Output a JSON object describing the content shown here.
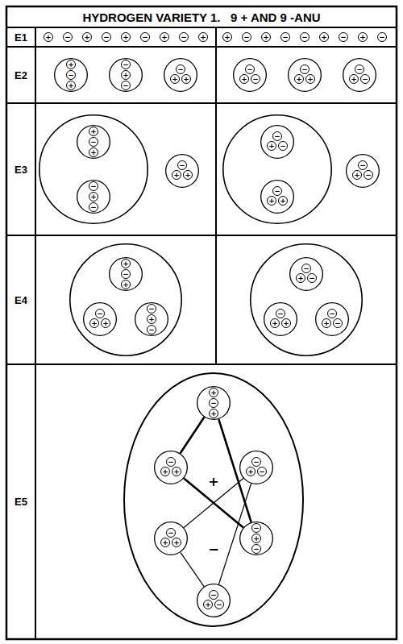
{
  "diagram": {
    "title": "HYDROGEN VARIETY 1.   9 + AND 9 -ANU",
    "nodes": [
      {
        "text": [
          "+"
        ]
      },
      {
        "text": [
          "−"
        ]
      },
      {
        "text": [
          "+"
        ]
      },
      {
        "text": [
          "−"
        ]
      },
      {
        "text": [
          "+"
        ]
      },
      {
        "text": [
          "−"
        ]
      },
      {
        "text": [
          "+"
        ]
      },
      {
        "text": [
          "−"
        ]
      },
      {
        "text": [
          "+"
        ]
      },
      {
        "text": [
          "+"
        ]
      },
      {
        "text": [
          "−"
        ]
      },
      {
        "text": [
          "+"
        ]
      },
      {
        "text": [
          "−"
        ]
      },
      {
        "text": [
          "−"
        ]
      },
      {
        "text": [
          "+"
        ]
      },
      {
        "text": [
          "−"
        ]
      },
      {
        "text": [
          "+"
        ]
      },
      {
        "text": [
          "−"
        ]
      },
      {
        "text": []
      },
      {
        "text": [
          "+"
        ],
        "in": 18
      },
      {
        "text": [
          "−"
        ],
        "in": 18
      },
      {
        "text": [
          "+"
        ],
        "in": 18
      },
      {
        "text": []
      },
      {
        "text": [
          "−"
        ],
        "in": 22
      },
      {
        "text": [
          "+"
        ],
        "in": 22
      },
      {
        "text": [
          "−"
        ],
        "in": 22
      },
      {
        "text": []
      },
      {
        "text": [
          "−"
        ],
        "in": 26
      },
      {
        "text": [
          "+"
        ],
        "in": 26
      },
      {
        "text": [
          "+"
        ],
        "in": 26
      },
      {
        "text": []
      },
      {
        "text": [
          "−"
        ],
        "in": 30
      },
      {
        "text": [
          "+"
        ],
        "in": 30
      },
      {
        "text": [
          "−"
        ],
        "in": 30
      },
      {
        "text": []
      },
      {
        "text": [
          "−"
        ],
        "in": 34
      },
      {
        "text": [
          "+"
        ],
        "in": 34
      },
      {
        "text": [
          "+"
        ],
        "in": 34
      },
      {
        "text": []
      },
      {
        "text": [
          "−"
        ],
        "in": 38
      },
      {
        "text": [
          "+"
        ],
        "in": 38
      },
      {
        "text": [
          "−"
        ],
        "in": 38
      },
      {
        "text": []
      },
      {
        "text": [],
        "in": 42
      },
      {
        "text": [
          "+"
        ],
        "in": 43
      },
      {
        "text": [
          "−"
        ],
        "in": 43
      },
      {
        "text": [
          "+"
        ],
        "in": 43
      },
      {
        "text": [],
        "in": 42
      },
      {
        "text": [
          "−"
        ],
        "in": 47
      },
      {
        "text": [
          "+"
        ],
        "in": 47
      },
      {
        "text": [
          "−"
        ],
        "in": 47
      },
      {
        "text": []
      },
      {
        "text": [
          "−"
        ],
        "in": 51
      },
      {
        "text": [
          "+"
        ],
        "in": 51
      },
      {
        "text": [
          "+"
        ],
        "in": 51
      },
      {
        "text": []
      },
      {
        "text": [],
        "in": 55
      },
      {
        "text": [
          "−"
        ],
        "in": 56
      },
      {
        "text": [
          "+"
        ],
        "in": 56
      },
      {
        "text": [
          "−"
        ],
        "in": 56
      },
      {
        "text": [],
        "in": 55
      },
      {
        "text": [
          "−"
        ],
        "in": 60
      },
      {
        "text": [
          "+"
        ],
        "in": 60
      },
      {
        "text": [
          "+"
        ],
        "in": 60
      },
      {
        "text": []
      },
      {
        "text": [
          "−"
        ],
        "in": 64
      },
      {
        "text": [
          "+"
        ],
        "in": 64
      },
      {
        "text": [
          "−"
        ],
        "in": 64
      },
      {
        "text": []
      },
      {
        "text": [],
        "in": 68
      },
      {
        "text": [
          "+"
        ],
        "in": 69
      },
      {
        "text": [
          "−"
        ],
        "in": 69
      },
      {
        "text": [
          "+"
        ],
        "in": 69
      },
      {
        "text": [],
        "in": 68
      },
      {
        "text": [
          "−"
        ],
        "in": 73
      },
      {
        "text": [
          "+"
        ],
        "in": 73
      },
      {
        "text": [
          "+"
        ],
        "in": 73
      },
      {
        "text": [],
        "in": 68
      },
      {
        "text": [
          "−"
        ],
        "in": 77
      },
      {
        "text": [
          "+"
        ],
        "in": 77
      },
      {
        "text": [
          "−"
        ],
        "in": 77
      },
      {
        "text": []
      },
      {
        "text": [],
        "in": 81
      },
      {
        "text": [
          "−"
        ],
        "in": 82
      },
      {
        "text": [
          "+"
        ],
        "in": 82
      },
      {
        "text": [
          "−"
        ],
        "in": 82
      },
      {
        "text": [],
        "in": 81
      },
      {
        "text": [
          "−"
        ],
        "in": 86
      },
      {
        "text": [
          "+"
        ],
        "in": 86
      },
      {
        "text": [
          "+"
        ],
        "in": 86
      },
      {
        "text": [],
        "in": 81
      },
      {
        "text": [
          "−"
        ],
        "in": 90
      },
      {
        "text": [
          "+"
        ],
        "in": 90
      },
      {
        "text": [
          "−"
        ],
        "in": 90
      },
      {
        "text": [
          "+",
          "−"
        ]
      },
      {
        "text": [],
        "in": 94
      },
      {
        "text": [
          "+"
        ],
        "in": 95
      },
      {
        "text": [
          "−"
        ],
        "in": 95
      },
      {
        "text": [
          "+"
        ],
        "in": 95
      },
      {
        "text": [],
        "in": 94
      },
      {
        "text": [
          "−"
        ],
        "in": 99
      },
      {
        "text": [
          "+"
        ],
        "in": 99
      },
      {
        "text": [
          "+"
        ],
        "in": 99
      },
      {
        "text": [],
        "in": 94
      },
      {
        "text": [
          "−"
        ],
        "in": 103
      },
      {
        "text": [
          "+"
        ],
        "in": 103
      },
      {
        "text": [
          "−"
        ],
        "in": 103
      },
      {
        "text": [],
        "in": 94
      },
      {
        "text": [
          "−"
        ],
        "in": 107
      },
      {
        "text": [
          "+"
        ],
        "in": 107
      },
      {
        "text": [
          "+"
        ],
        "in": 107
      },
      {
        "text": [],
        "in": 94
      },
      {
        "text": [
          "−"
        ],
        "in": 111
      },
      {
        "text": [
          "+"
        ],
        "in": 111
      },
      {
        "text": [
          "−"
        ],
        "in": 111
      },
      {
        "text": [],
        "in": 94
      },
      {
        "text": [
          "−"
        ],
        "in": 115
      },
      {
        "text": [
          "+"
        ],
        "in": 115
      },
      {
        "text": [
          "−"
        ],
        "in": 115
      }
    ],
    "edges": [
      {
        "from": 95,
        "to": 99,
        "arrow": "none"
      },
      {
        "from": 99,
        "to": 111,
        "arrow": "none"
      },
      {
        "from": 95,
        "to": 111,
        "arrow": "none"
      },
      {
        "from": 103,
        "to": 107,
        "arrow": "none"
      },
      {
        "from": 107,
        "to": 115,
        "arrow": "none"
      },
      {
        "from": 103,
        "to": 115,
        "arrow": "none"
      }
    ],
    "labels": [
      "E1",
      "E2",
      "E3",
      "E4",
      "E5"
    ]
  }
}
